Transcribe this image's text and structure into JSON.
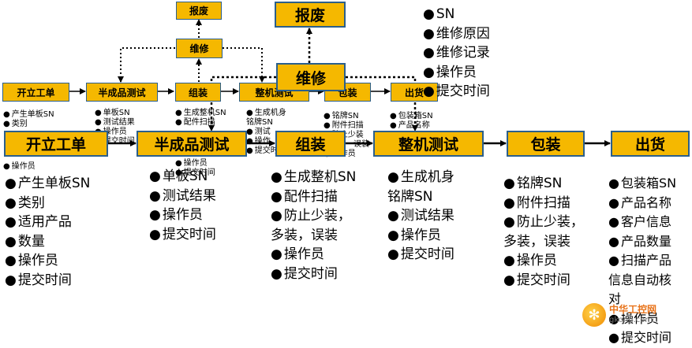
{
  "back": {
    "scrap_label": "报废",
    "repair_label": "维修",
    "row": [
      "开立工单",
      "半成品测试",
      "组装",
      "整机测试",
      "包装",
      "出货"
    ],
    "notes": [
      [
        "产生单板SN",
        "类别"
      ],
      [
        "单板SN",
        "测试结果",
        "操作员",
        "提交时间"
      ],
      [
        "生成整机SN",
        "配件扫描",
        "操作员",
        "提交时间"
      ],
      [
        "生成机身",
        "铭牌SN",
        "测试",
        "操作",
        "提交时间"
      ],
      [
        "铭牌SN",
        "附件扫描",
        "防止少装",
        "误装",
        "操作员"
      ],
      [
        "包装箱SN",
        "产品名称"
      ]
    ],
    "extra_col1": [
      "操作员"
    ]
  },
  "front": {
    "scrap_label": "报废",
    "repair_label": "维修",
    "repair_notes": [
      "SN",
      "维修原因",
      "维修记录",
      "操作员",
      "提交时间"
    ],
    "steps": [
      {
        "label": "开立工单",
        "notes": [
          "产生单板SN",
          "类别",
          "适用产品",
          "数量",
          "操作员",
          "提交时间"
        ]
      },
      {
        "label": "半成品测试",
        "notes": [
          "单板SN",
          "测试结果",
          "操作员",
          "提交时间"
        ]
      },
      {
        "label": "组装",
        "notes": [
          "生成整机SN",
          "配件扫描",
          "防止少装，",
          "多装，误装",
          "操作员",
          "提交时间"
        ]
      },
      {
        "label": "整机测试",
        "notes": [
          "生成机身",
          "铭牌SN",
          "测试结果",
          "操作员",
          "提交时间"
        ]
      },
      {
        "label": "包装",
        "notes": [
          "铭牌SN",
          "附件扫描",
          "防止少装，",
          "多装，误装",
          "操作员",
          "提交时间"
        ]
      },
      {
        "label": "出货",
        "notes": [
          "包装箱SN",
          "产品名称",
          "客户信息",
          "产品数量",
          "扫描产品",
          "信息自动核",
          "对",
          "操作员",
          "提交时间"
        ]
      }
    ]
  },
  "watermark": {
    "name": "中华工控网",
    "domain": "gkong.com"
  },
  "colors": {
    "box_fill": "#f5b800",
    "box_border": "#2b5f8c",
    "arrow": "#000000"
  }
}
